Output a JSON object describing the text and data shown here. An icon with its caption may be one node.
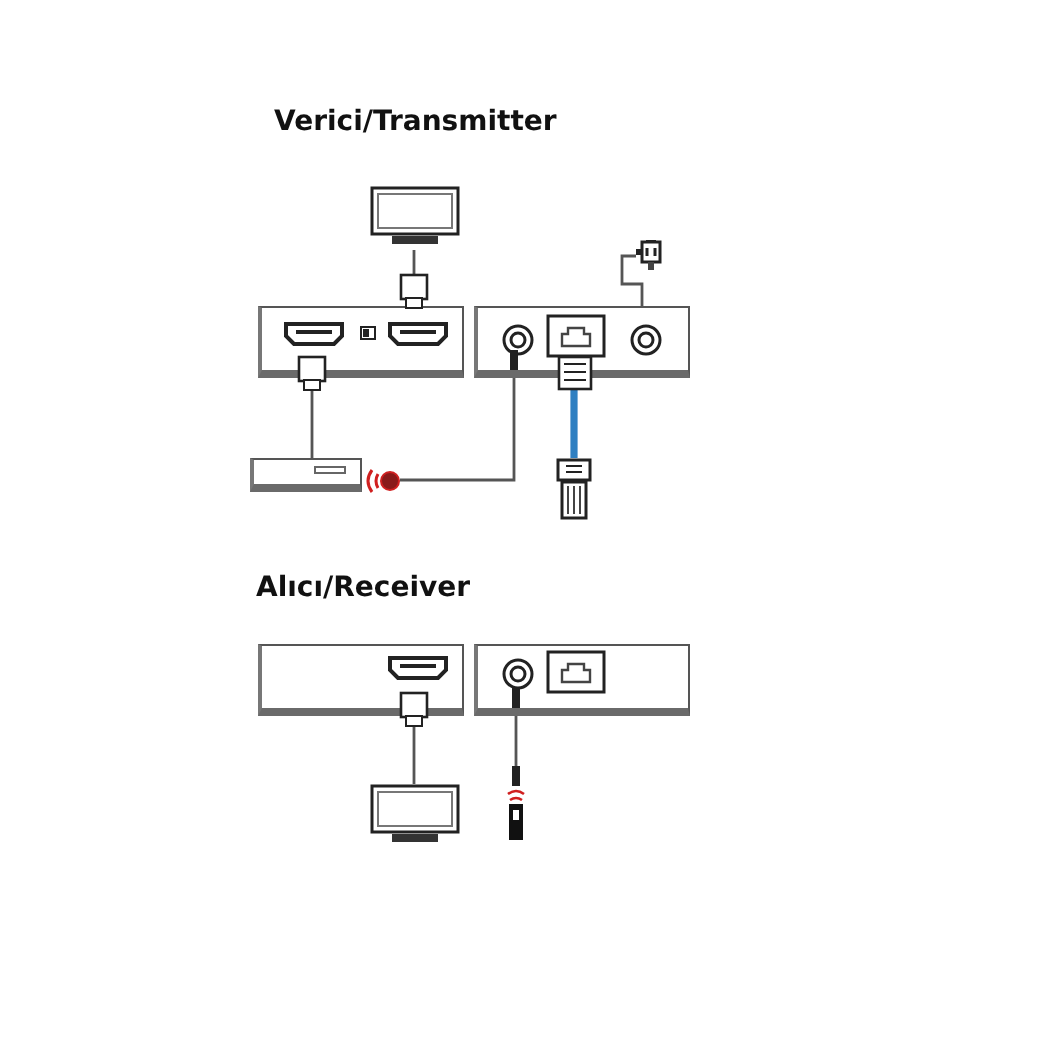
{
  "diagram": {
    "nodes": [
      {
        "text": [],
        "shape": "picture"
      },
      {
        "text": [],
        "shape": "picture"
      },
      {
        "text": [],
        "shape": "box"
      },
      {
        "text": [],
        "shape": "box"
      },
      {
        "text": [],
        "shape": "box"
      },
      {
        "text": [],
        "shape": "picture"
      },
      {
        "text": [],
        "shape": "picture"
      },
      {
        "text": [],
        "shape": "box"
      },
      {
        "text": [],
        "shape": "box"
      },
      {
        "text": [],
        "shape": "picture"
      },
      {
        "text": [],
        "shape": "picture"
      }
    ],
    "edges": [
      {
        "from": 0,
        "to": 2,
        "arrow": "none"
      },
      {
        "from": 2,
        "to": 4,
        "arrow": "none"
      },
      {
        "from": 3,
        "to": 5,
        "arrow": "none"
      },
      {
        "from": 3,
        "to": 6,
        "arrow": "none",
        "style": "thick",
        "color": "#2f7fc1"
      },
      {
        "from": 1,
        "to": 3,
        "arrow": "none"
      },
      {
        "from": 7,
        "to": 9,
        "arrow": "none"
      },
      {
        "from": 8,
        "to": 10,
        "arrow": "none"
      }
    ],
    "labels": [
      "Verici/Transmitter",
      "Alıcı/Receiver"
    ]
  }
}
